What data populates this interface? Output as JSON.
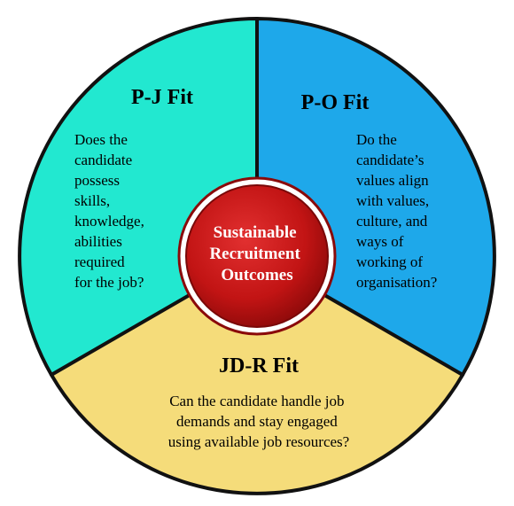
{
  "colors": {
    "pj_fill": "#22E8D0",
    "po_fill": "#1EA8EA",
    "jdr_fill": "#F5DC7A",
    "outline": "#111111",
    "center_fill": "#C21414",
    "center_ring": "#8A0A0A"
  },
  "segments": {
    "pj": {
      "title": "P-J Fit",
      "lines": [
        "Does the",
        "candidate",
        "possess",
        "skills,",
        "knowledge,",
        "abilities",
        "required",
        "for the job?"
      ]
    },
    "po": {
      "title": "P-O Fit",
      "lines": [
        "Do the",
        "candidate’s",
        "values align",
        "with values,",
        "culture, and",
        "ways of",
        "working of",
        "organisation?"
      ]
    },
    "jdr": {
      "title": "JD-R Fit",
      "lines": [
        "Can the candidate handle job",
        "demands and stay engaged",
        "using available job resources?"
      ]
    }
  },
  "center": {
    "lines": [
      "Sustainable",
      "Recruitment",
      "Outcomes"
    ]
  }
}
